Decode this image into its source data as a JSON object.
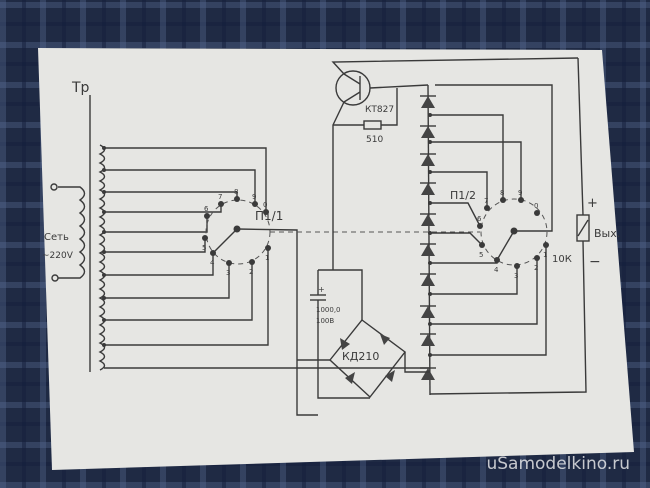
{
  "transformer": {
    "label": "Тр",
    "mains_label_1": "Сеть",
    "mains_label_2": "~220V"
  },
  "switch1": {
    "label": "П1/1",
    "positions": [
      "0",
      "1",
      "2",
      "3",
      "4",
      "5",
      "6",
      "7",
      "8",
      "9"
    ]
  },
  "switch2": {
    "label": "П1/2",
    "positions": [
      "0",
      "1",
      "2",
      "3",
      "4",
      "5",
      "6",
      "7",
      "8",
      "9"
    ]
  },
  "transistor": {
    "label": "КТ827"
  },
  "resistor": {
    "label": "510"
  },
  "capacitor": {
    "label_1": "+",
    "label_2": "1000,0",
    "label_3": "100В"
  },
  "bridge": {
    "label": "КД210"
  },
  "output": {
    "label": "Вых.",
    "pot_label": "10К",
    "plus": "+",
    "minus": "−"
  },
  "watermark": "uSamodelkino.ru"
}
